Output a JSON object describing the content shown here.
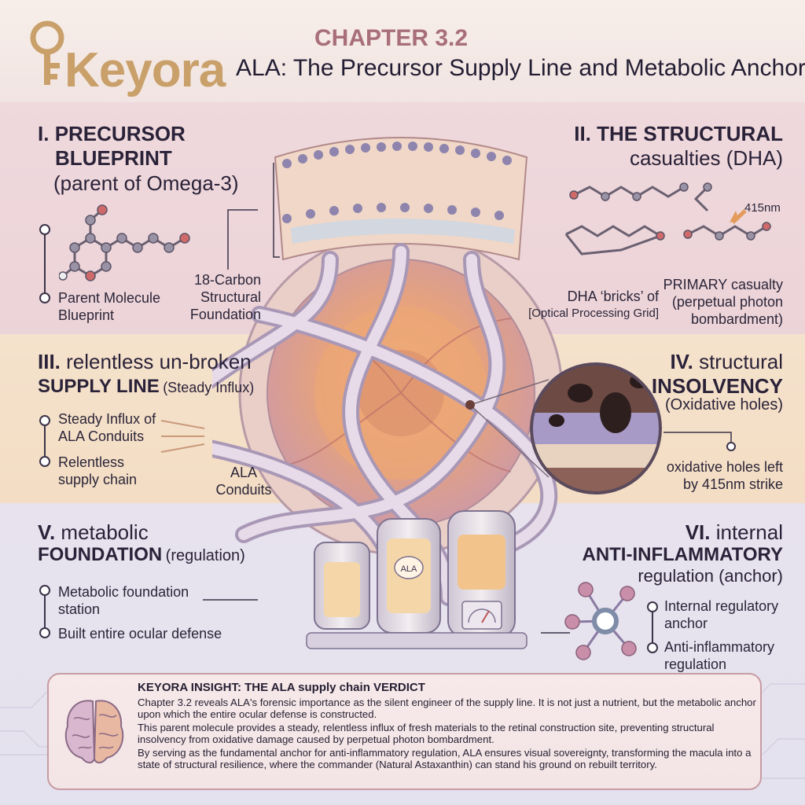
{
  "brand": {
    "name": "Keyora"
  },
  "header": {
    "chapter": "CHAPTER 3.2",
    "title": "ALA: The Precursor Supply Line and Metabolic Anchor"
  },
  "sections": {
    "s1": {
      "num": "I.",
      "heading_a": "PRECURSOR",
      "heading_b": "BLUEPRINT",
      "sub": "(parent of Omega-3)",
      "bullet": "Parent Molecule Blueprint"
    },
    "s2": {
      "num": "II.",
      "heading_a": "THE STRUCTURAL",
      "sub": "casualties (DHA)",
      "wavelength": "415nm",
      "label_dha_a": "DHA ‘bricks’ of",
      "label_dha_b": "[Optical Processing Grid]",
      "label_primary_a": "PRIMARY casualty",
      "label_primary_b": "(perpetual photon",
      "label_primary_c": "bombardment)"
    },
    "s3": {
      "num": "III.",
      "heading_a": "relentless un-broken",
      "heading_b": "SUPPLY LINE",
      "heading_c": "(Steady Influx)",
      "bullet1_a": "Steady Influx of",
      "bullet1_b": "ALA Conduits",
      "bullet2_a": "Relentless",
      "bullet2_b": "supply chain"
    },
    "s4": {
      "num": "IV.",
      "heading_a": "structural",
      "heading_b": "INSOLVENCY",
      "sub": "(Oxidative holes)",
      "label_a": "oxidative holes left",
      "label_b": "by 415nm strike"
    },
    "s5": {
      "num": "V.",
      "heading_a": "metabolic",
      "heading_b": "FOUNDATION",
      "heading_c": "(regulation)",
      "bullet1_a": "Metabolic foundation",
      "bullet1_b": "station",
      "bullet2": "Built entire ocular defense"
    },
    "s6": {
      "num": "VI.",
      "heading_a": "internal",
      "heading_b": "ANTI-INFLAMMATORY",
      "heading_c": "regulation (anchor)",
      "bullet1_a": "Internal regulatory",
      "bullet1_b": "anchor",
      "bullet2_a": "Anti-inflammatory",
      "bullet2_b": "regulation"
    }
  },
  "center": {
    "label_18c_a": "18-Carbon",
    "label_18c_b": "Structural",
    "label_18c_c": "Foundation",
    "label_conduits_a": "ALA",
    "label_conduits_b": "Conduits",
    "tank_label": "ALA"
  },
  "insight": {
    "title": "KEYORA INSIGHT: THE ALA supply chain VERDICT",
    "p1": "Chapter 3.2 reveals ALA's forensic importance as the silent engineer of the supply line. It is not just a nutrient, but the metabolic anchor upon which the entire ocular defense is constructed.",
    "p2": "This parent molecule provides a steady, relentless influx of fresh materials to the retinal construction site, preventing structural insolvency from oxidative damage caused by perpetual photon bombardment.",
    "p3": "By serving as the fundamental anchor for anti-inflammatory regulation, ALA ensures visual sovereignty, transforming the macula into a state of structural resilience, where the commander (Natural Astaxanthin) can stand his ground on rebuilt territory."
  },
  "colors": {
    "brand_gold": "#c9a06a",
    "chapter_rose": "#a86f78",
    "conduit": "#c9b6cf",
    "eye_orange": "#e9935a"
  }
}
